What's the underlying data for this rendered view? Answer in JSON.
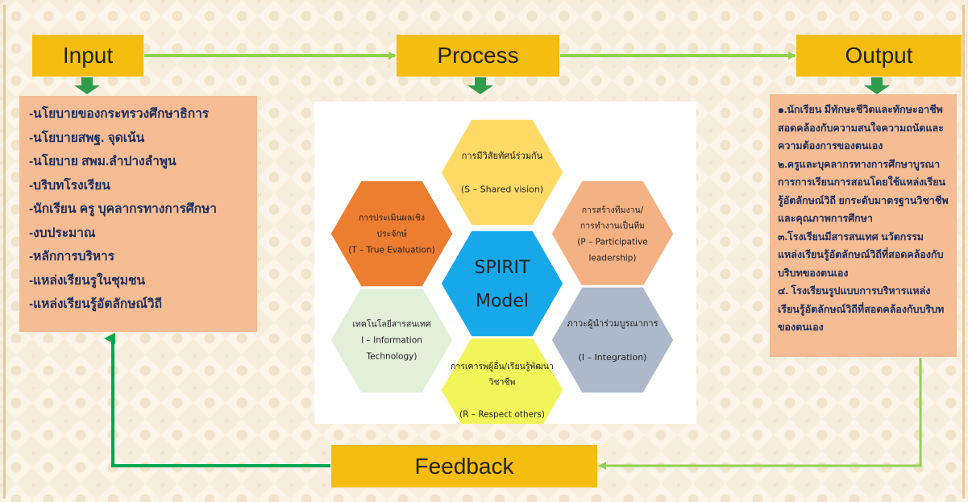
{
  "headers": {
    "input": "Input",
    "process": "Process",
    "output": "Output",
    "feedback": "Feedback"
  },
  "input_items": [
    "-นโยบายของกระทรวงศึกษาธิการ",
    "-นโยบายสพฐ. จุดเน้น",
    "-นโยบาย สพม.ลำปางลำพูน",
    "-บริบทโรงเรียน",
    "-นักเรียน ครู บุคลากรทางการศึกษา",
    "-งบประมาณ",
    "-หลักการบริหาร",
    "-แหล่งเรียนรูในชุมชน",
    "-แหล่งเรียนรู้อัตลักษณ์วิถี"
  ],
  "output_items": [
    "๑.นักเรียน มีทักษะชีวิตและทักษะอาชีพสอดคล้องกับความสนใจความถนัดและความต้องการของตนเอง",
    "๒.ครูและบุคลากรทางการศึกษาบูรณาการการเรียนการสอนโดยใช้แหล่งเรียนรู้อัตลักษณ์วิถี ยกระดับมาตรฐานวิชาชีพและคุณภาพการศึกษา",
    "๓.โรงเรียนมีสารสนเทศ นวัตกรรม แหล่งเรียนรู้อัตลักษณ์วิถีที่สอดคล้องกับบริบทของตนเอง",
    "๔. โรงเรียนรูปแบบการบริหารแหล่งเรียนรู้อัตลักษณ์วิถีที่สอดคล้องกับบริบทของตนเอง"
  ],
  "model": {
    "center": [
      "SPIRIT",
      "Model"
    ],
    "hexagons": [
      {
        "id": "s",
        "lines": [
          "การมีวิสัยทัศน์ร่วมกัน",
          "",
          "(S – Shared vision)"
        ],
        "color": "#ffd966"
      },
      {
        "id": "p",
        "lines": [
          "การสร้างทีมงาน/",
          "การทำงานเป็นทีม",
          "(P – Participative",
          "leadership)"
        ],
        "color": "#f4b183"
      },
      {
        "id": "i2",
        "lines": [
          "ภาวะผู้นำร่วมบูรณาการ",
          "",
          "(I – Integration)"
        ],
        "color": "#adb9ca"
      },
      {
        "id": "r",
        "lines": [
          "การเคารพผู้อื่น/เรียนรู้พัฒนา",
          "วิชาชีพ",
          "",
          "(R – Respect others)"
        ],
        "color": "#f2f55a"
      },
      {
        "id": "i1",
        "lines": [
          "เทคโนโลยีสารสนเทศ",
          "I – Information",
          "Technology)"
        ],
        "color": "#e2efd9"
      },
      {
        "id": "t",
        "lines": [
          "การประเมินผลเชิง",
          "ประจักษ์",
          "(T – True Evaluation)"
        ],
        "color": "#ed7d31"
      }
    ],
    "center_color": "#17a8ea"
  },
  "colors": {
    "header": "#f6bd11",
    "panel": "#f6bc94",
    "arrow_light": "#92d050",
    "arrow_dark": "#00a650",
    "down_arrow": "#2e9c4a"
  }
}
